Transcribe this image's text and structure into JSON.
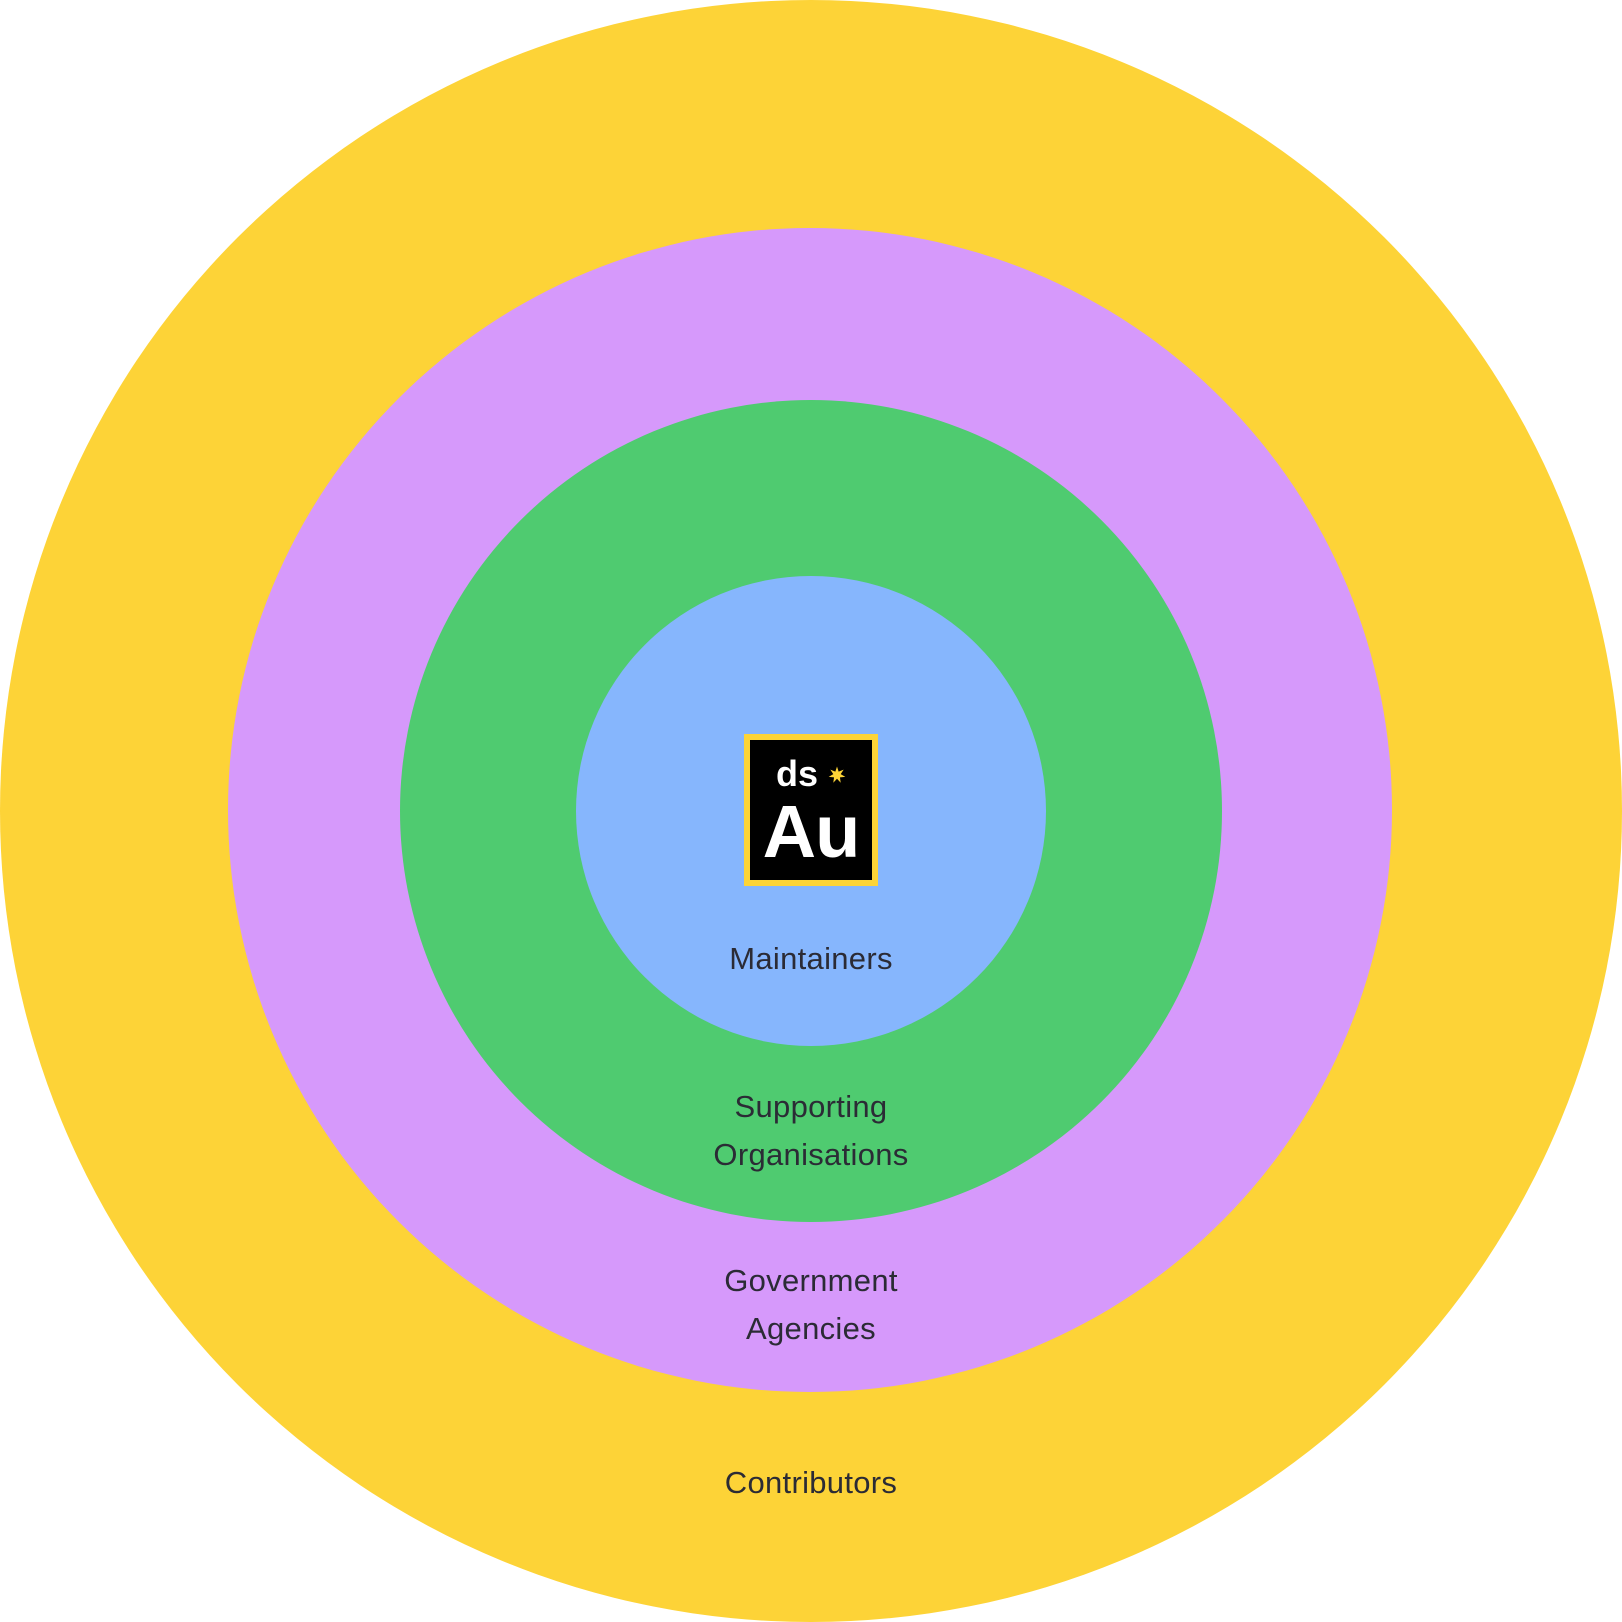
{
  "colors": {
    "contributors": "#fdd337",
    "agencies": "#d699fb",
    "supporting": "#4fcb70",
    "maintainers": "#86b6fd",
    "logo_border": "#fdd437",
    "logo_star": "#fdd437"
  },
  "logo": {
    "small_text": "ds",
    "large_text": "Au",
    "icon": "star-icon"
  },
  "rings": {
    "maintainers": {
      "lines": [
        "Maintainers"
      ]
    },
    "supporting": {
      "lines": [
        "Supporting",
        "Organisations"
      ]
    },
    "agencies": {
      "lines": [
        "Government",
        "Agencies"
      ]
    },
    "contributors": {
      "lines": [
        "Contributors"
      ]
    }
  }
}
